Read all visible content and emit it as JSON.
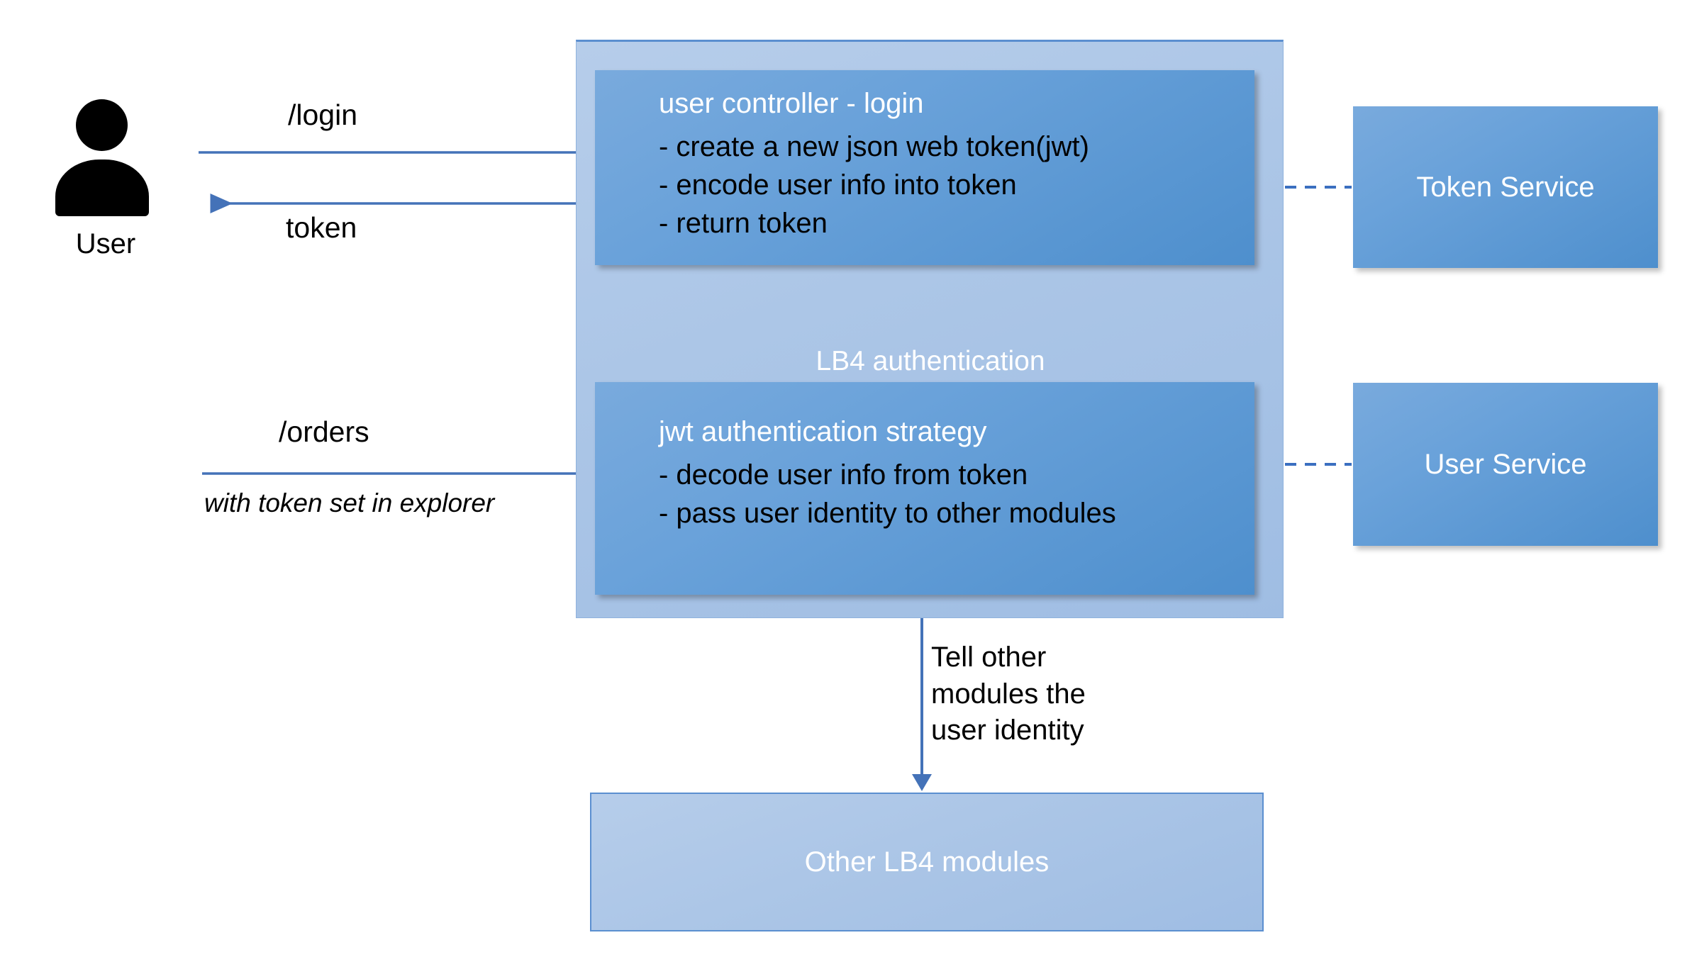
{
  "actor": {
    "icon": "user-person-icon",
    "label": "User"
  },
  "flows": {
    "login_label": "/login",
    "token_label": "token",
    "orders_label": "/orders",
    "orders_note": "with token set in explorer",
    "tell_caption": "Tell other\nmodules the\nuser identity"
  },
  "container": {
    "label": "LB4 authentication",
    "boxes": [
      {
        "id": "user-controller",
        "title": "user controller - login",
        "lines": [
          "- create a new json web token(jwt)",
          "- encode user info into token",
          "- return token"
        ]
      },
      {
        "id": "jwt-strategy",
        "title": "jwt authentication strategy",
        "lines": [
          "- decode user info from token",
          "- pass user identity to other modules"
        ]
      }
    ]
  },
  "services": [
    {
      "id": "token-service",
      "label": "Token Service"
    },
    {
      "id": "user-service",
      "label": "User Service"
    }
  ],
  "other_modules": {
    "label": "Other LB4 modules"
  },
  "colors": {
    "arrow_blue": "#4472b8",
    "dash_blue": "#3b6fc0",
    "box_blue": "#5b97d4",
    "container_blue": "#a9c4e6",
    "text_white": "#ffffff",
    "text_black": "#000000"
  }
}
